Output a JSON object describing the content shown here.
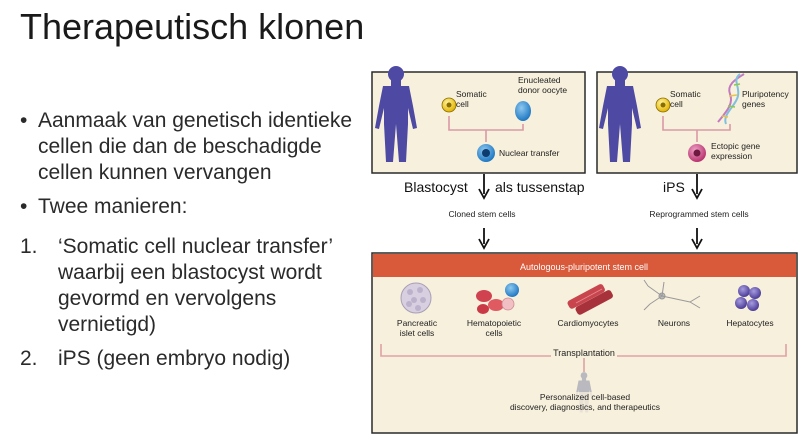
{
  "slide": {
    "title": "Therapeutisch klonen"
  },
  "bullets": [
    {
      "marker": "•",
      "text": "Aanmaak van genetisch identieke cellen die dan de beschadigde cellen kunnen vervangen"
    },
    {
      "marker": "•",
      "text": "Twee manieren:"
    },
    {
      "marker": "1.",
      "text": "‘Somatic cell nuclear transfer’ waarbij een blastocyst wordt gevormd en vervolgens vernietigd)"
    },
    {
      "marker": "2.",
      "text": "iPS (geen embryo nodig)"
    }
  ],
  "figure": {
    "left_panel": {
      "somatic_cell": [
        "Somatic",
        "cell"
      ],
      "donor_oocyte": [
        "Enucleated",
        "donor oocyte"
      ],
      "nuclear_transfer": "Nuclear transfer"
    },
    "right_panel": {
      "somatic_cell": [
        "Somatic",
        "cell"
      ],
      "pluripotency_genes": [
        "Pluripotency",
        "genes"
      ],
      "ectopic_expression": [
        "Ectopic gene",
        "expression"
      ]
    },
    "label_blastocyst": "Blastocyst",
    "label_tussenstap": "als tussenstap",
    "label_ips": "iPS",
    "cloned_stem_cells": "Cloned stem cells",
    "reprogrammed_stem_cells": "Reprogrammed stem cells",
    "banner": "Autologous-pluripotent stem cell",
    "cell_types": {
      "pancreatic": [
        "Pancreatic",
        "islet cells"
      ],
      "hematopoietic": [
        "Hematopoietic",
        "cells"
      ],
      "cardiomyocytes": "Cardiomyocytes",
      "neurons": "Neurons",
      "hepatocytes": "Hepatocytes"
    },
    "transplantation": "Transplantation",
    "personalized": [
      "Personalized cell-based",
      "discovery, diagnostics, and therapeutics"
    ]
  }
}
